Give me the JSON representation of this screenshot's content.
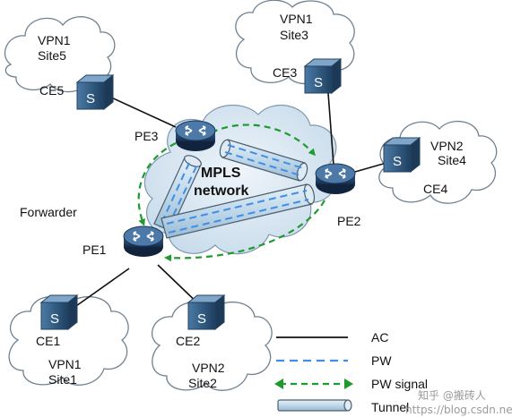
{
  "diagram": {
    "core_label_line1": "MPLS",
    "core_label_line2": "network",
    "forwarder_label": "Forwarder",
    "routers": {
      "pe1": "PE1",
      "pe2": "PE2",
      "pe3": "PE3"
    },
    "sites": {
      "site5": {
        "line1": "VPN1",
        "line2": "Site5",
        "ce": "CE5"
      },
      "site3": {
        "line1": "VPN1",
        "line2": "Site3",
        "ce": "CE3"
      },
      "site4": {
        "line1": "VPN2",
        "line2": "Site4",
        "ce": "CE4"
      },
      "site1": {
        "line1": "VPN1",
        "line2": "Site1",
        "ce": "CE1"
      },
      "site2": {
        "line1": "VPN2",
        "line2": "Site2",
        "ce": "CE2"
      }
    },
    "switch_glyph": "S"
  },
  "legend": {
    "ac": "AC",
    "pw": "PW",
    "pw_signal": "PW signal",
    "tunnel": "Tunnel"
  },
  "watermark": "知乎 @搬砖人",
  "watermark_url": "https://blog.csdn.ne",
  "colors": {
    "pw": "#3f8fe6",
    "pw_signal": "#1e9a2e",
    "tunnel_fill": "#cfe3f1",
    "tunnel_stroke": "#4a5f6e",
    "router_body": "#1f3b60",
    "switch_body": "#2f5a82",
    "cloud_core": "#dde9f3"
  }
}
